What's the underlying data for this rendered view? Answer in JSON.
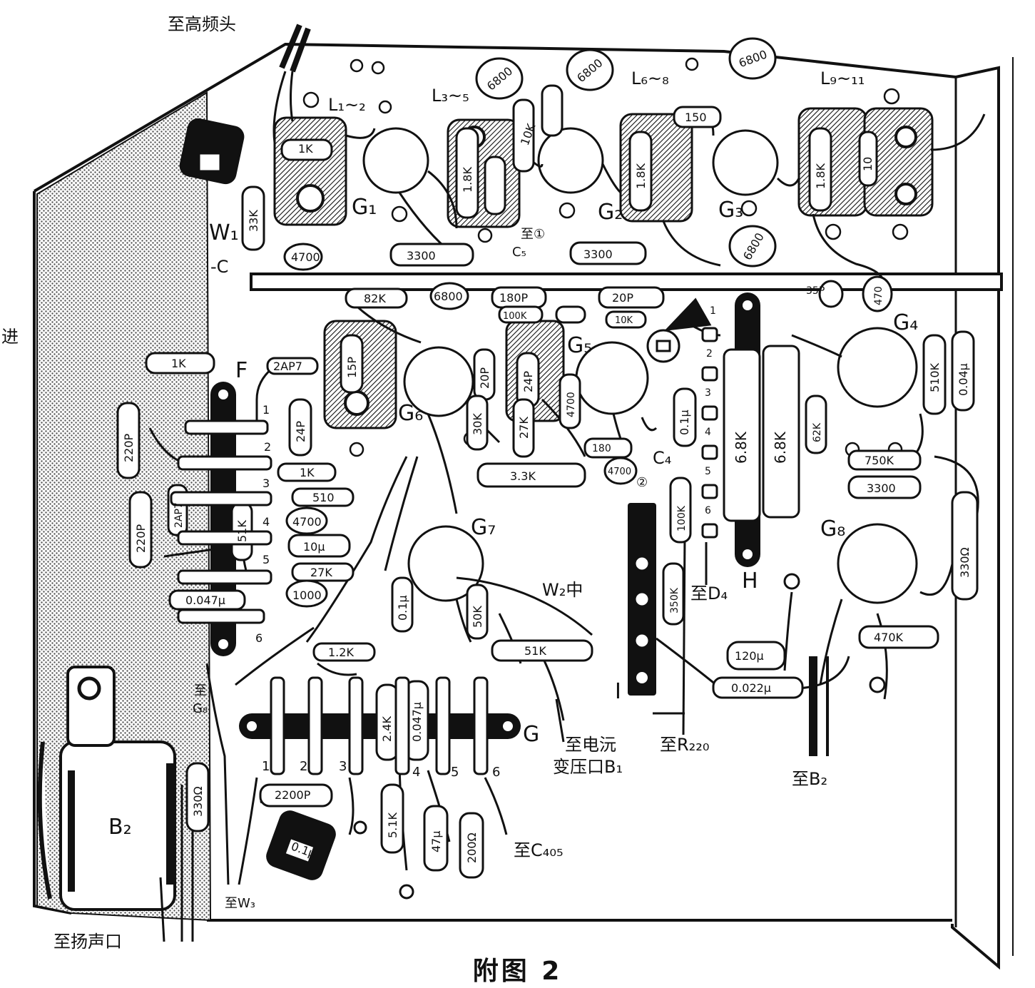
{
  "caption": "附图 2",
  "labels": {
    "to_hf_head": "至高频头",
    "to_speaker": "至扬声口",
    "to_w3": "至W₃",
    "to_c405": "至C₄₀₅",
    "to_current_transformer_line1": "至电沅",
    "to_current_transformer_line2": "变压口B₁",
    "to_r220": "至R₂₂₀",
    "to_b2": "至B₂",
    "to_d4": "至D₄",
    "to_g8": "至",
    "to_g8_sub": "G₈",
    "to_1": "至①",
    "w2_mid": "W₂中",
    "minus_c": "-C",
    "w1": "W₁",
    "left_edge": "进",
    "tube_g1": "G₁",
    "tube_g2": "G₂",
    "tube_g3": "G₃",
    "tube_g4": "G₄",
    "tube_g5": "G₅",
    "tube_g6": "G₆",
    "tube_g7": "G₇",
    "tube_g8": "G₈",
    "coil_l12": "L₁~₂",
    "coil_l35": "L₃~₅",
    "coil_l68": "L₆~₈",
    "coil_l911": "L₉~₁₁",
    "strip_f": "F",
    "strip_g": "G",
    "strip_h": "H",
    "strip_i": "I",
    "b2": "B₂",
    "c4": "C₄",
    "c5": "C₅",
    "circle_2": "②"
  },
  "strip_f_numbers": [
    "1",
    "2",
    "3",
    "4",
    "5",
    "6"
  ],
  "strip_g_numbers": [
    "1",
    "2",
    "3",
    "4",
    "5",
    "6"
  ],
  "strip_h_numbers": [
    "1",
    "2",
    "3",
    "4",
    "5",
    "6"
  ],
  "component_values": {
    "c_4700_top": "4700",
    "c_3300_a": "3300",
    "c_3300_b": "3300",
    "c_6800_a": "6800",
    "c_6800_b": "6800",
    "c_6800_c": "6800",
    "c_6800_d": "6800",
    "c_6800_e": "6800",
    "r_1k_g1": "1K",
    "r_1_8k_a": "1.8K",
    "r_1_8k_b": "1.8K",
    "r_1_8k_c": "1.8K",
    "r_33k": "33K",
    "r_10k_a": "10K",
    "r_150": "150",
    "r_10": "10",
    "r_82k": "82K",
    "c_180p": "180P",
    "r_100k_top": "100K",
    "c_20p_top": "20P",
    "r_10k_b": "10K",
    "c_35p": "35P",
    "c_470_g4": "470",
    "r_510k": "510K",
    "c_0_04u": "0.04μ",
    "r_1k_left": "1K",
    "d_2ap7_a": "2AP7",
    "d_2ap7_b": "2AP7",
    "c_15p": "15P",
    "c_24p_a": "24P",
    "c_20p_mid": "20P",
    "c_24p_b": "24P",
    "r_30k": "30K",
    "r_27k_mid": "27K",
    "c_4700_mid": "4700",
    "c_0_1u_mid": "0.1μ",
    "r_6_8k_a": "6.8K",
    "r_6_8k_b": "6.8K",
    "r_62k": "62K",
    "r_750k": "750K",
    "c_3300_right": "3300",
    "c_220p_a": "220P",
    "c_220p_b": "220P",
    "r_1k_f2": "1K",
    "r_510": "510",
    "c_4700_f4": "4700",
    "c_10u": "10μ",
    "r_51k_f": "51K",
    "r_27k_f": "27K",
    "c_1000": "1000",
    "c_0_047u": "0.047μ",
    "c_180": "180",
    "c_4700_c4": "4700",
    "r_3_3k": "3.3K",
    "c_0_1u_g7": "0.1μ",
    "r_50k": "50K",
    "r_100k_h": "100K",
    "r_350k": "350K",
    "r_51k_i": "51K",
    "r_330": "330Ω",
    "c_120u": "120μ",
    "r_470k": "470K",
    "c_0_022u": "0.022μ",
    "r_1_2k": "1.2K",
    "r_2_4k": "2.4K",
    "c_0_047u_g": "0.047μ",
    "r_5_1k": "5.1K",
    "c_2200p": "2200P",
    "c_0_1u_g": "0.1μ",
    "c_47u": "47μ",
    "r_200": "200Ω",
    "r_330_b2": "330Ω"
  }
}
